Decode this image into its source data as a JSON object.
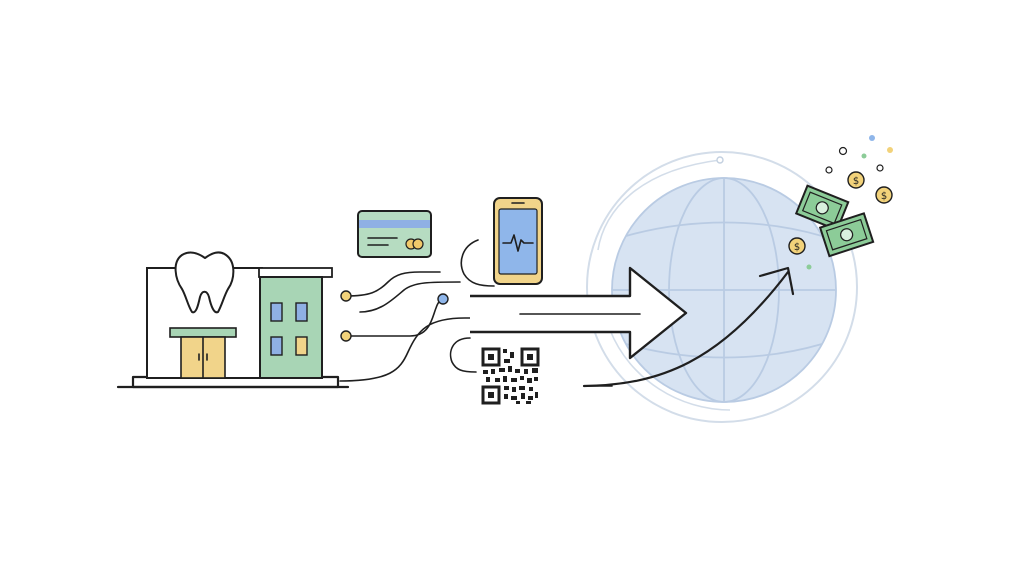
{
  "illustration": {
    "flow": [
      "dental-clinic",
      "payment-methods",
      "global-network",
      "revenue-money"
    ],
    "payment_methods": [
      "credit-card-icon",
      "smartphone-icon",
      "qr-code-icon"
    ],
    "icons": {
      "clinic": "dental-clinic-building-icon",
      "tooth": "tooth-icon",
      "card": "credit-card-icon",
      "phone": "smartphone-heartbeat-icon",
      "qr": "qr-code-icon",
      "globe": "globe-icon",
      "arrow": "big-arrow-icon",
      "growth": "growth-arrow-icon",
      "bills": "banknote-icon",
      "coins": "coin-dollar-icon"
    },
    "colors": {
      "line": "#1f1f1f",
      "building_green": "#a8d5b5",
      "window_blue": "#8fb0e4",
      "door_yellow": "#f1d48a",
      "card_green": "#b6dcc1",
      "card_blue": "#8fb0e4",
      "card_yellow": "#f1c96a",
      "phone_blue": "#8fb6ea",
      "globe_fill": "#d7e3f2",
      "globe_lines": "#b9cbe3",
      "money_green": "#8ccc98",
      "coin_yellow": "#f2d27a",
      "dot_blue": "#8fb6ea"
    }
  }
}
